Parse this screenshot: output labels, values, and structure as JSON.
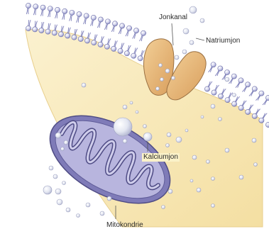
{
  "labels": {
    "ion_channel": "Jonkanal",
    "sodium_ion": "Natriumjon",
    "calcium_ion": "Kalciumjon",
    "mitochondrion": "Mitokondrie"
  },
  "colors": {
    "cytoplasm": "#f7e7b4",
    "membrane_head": "#c5c6e6",
    "membrane_head_stroke": "#6e70a8",
    "tail": "#7b7db8",
    "channel": "#e7b67a",
    "channel_stroke": "#9a7042",
    "mito_outer": "#8a86bf",
    "mito_inner": "#b6b3dc",
    "ion_fill": "#eef0f6",
    "ion_stroke": "#9fa3c2"
  }
}
